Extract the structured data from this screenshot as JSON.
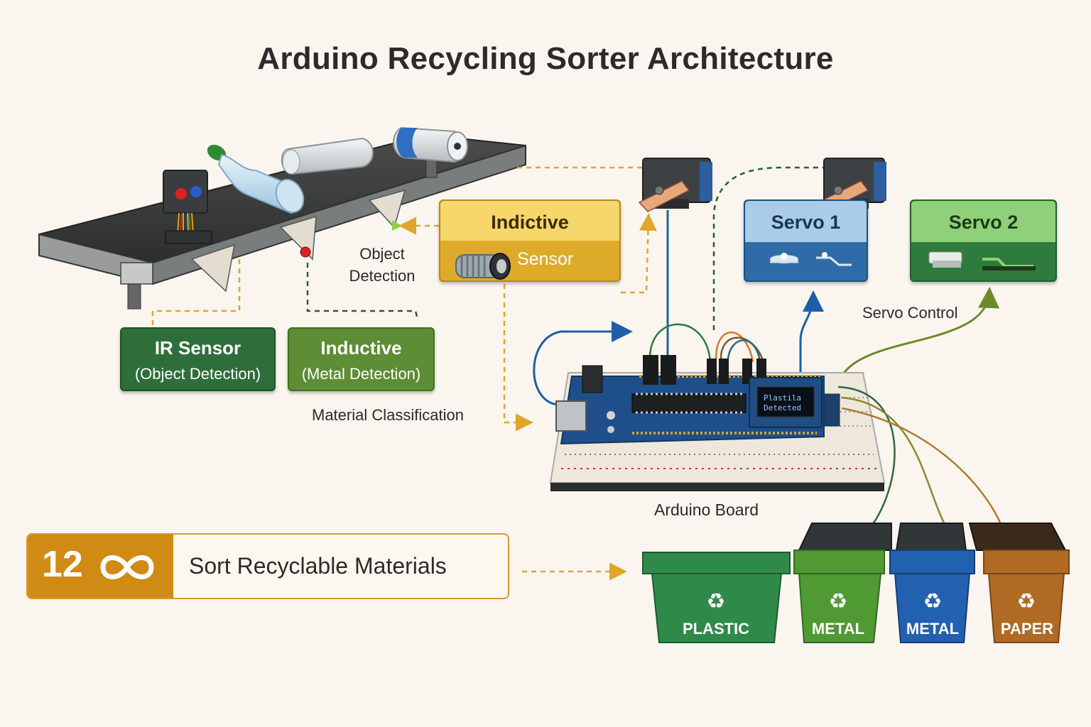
{
  "title": "Arduino Recycling Sorter Architecture",
  "ir_sensor": {
    "title": "IR Sensor",
    "subtitle": "(Object Detection)"
  },
  "inductive": {
    "title": "Inductive",
    "subtitle": "(Metal Detection)"
  },
  "inductive_sensor": {
    "title": "Indictive",
    "subtitle": "Sensor"
  },
  "servo1": {
    "title": "Servo 1"
  },
  "servo2": {
    "title": "Servo 2"
  },
  "labels": {
    "object_detection_line1": "Object",
    "object_detection_line2": "Detection",
    "material_classification": "Material Classification",
    "servo_control": "Servo Control",
    "arduino_board": "Arduino Board",
    "lcd_line1": "Plastila",
    "lcd_line2": "Detected"
  },
  "goal": {
    "number": "12",
    "text": "Sort Recyclable Materials",
    "icon": "infinity-icon"
  },
  "bins": [
    {
      "label": "PLASTIC",
      "color": "#2f8a4a"
    },
    {
      "label": "METAL",
      "color": "#4f9a32"
    },
    {
      "label": "METAL",
      "color": "#2260b0"
    },
    {
      "label": "PAPER",
      "color": "#b06a24"
    }
  ],
  "colors": {
    "dash_orange": "#e0a62a",
    "dash_green": "#2b5e34",
    "wire_blue": "#1e5ea8",
    "wire_green": "#5a8a2a"
  }
}
